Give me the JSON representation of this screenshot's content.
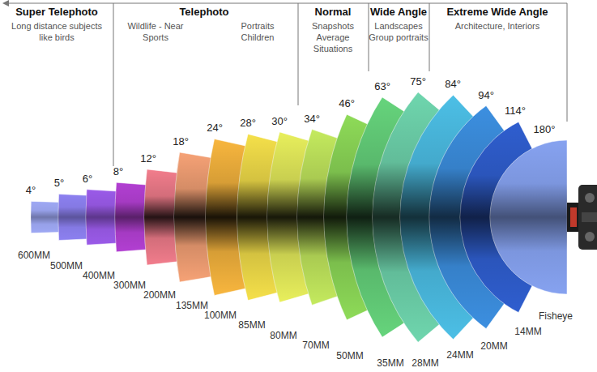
{
  "diagram": {
    "labels": [
      "Super Telephoto",
      "Telephoto",
      "Normal",
      "Wide Angle",
      "Extreme Wide Angle",
      "Long distance subjects like birds",
      "Wildlife - Near Sports",
      "Portraits Children",
      "Snapshots Average Situations",
      "Landscapes Group portraits",
      "Architecture, Interiors",
      "4°",
      "5°",
      "6°",
      "8°",
      "12°",
      "18°",
      "24°",
      "28°",
      "30°",
      "34°",
      "46°",
      "63°",
      "75°",
      "84°",
      "94°",
      "114°",
      "180°",
      "600MM",
      "500MM",
      "400MM",
      "300MM",
      "200MM",
      "135MM",
      "100MM",
      "85MM",
      "80MM",
      "70MM",
      "50MM",
      "35MM",
      "28MM",
      "24MM",
      "20MM",
      "14MM",
      "Fisheye"
    ]
  }
}
